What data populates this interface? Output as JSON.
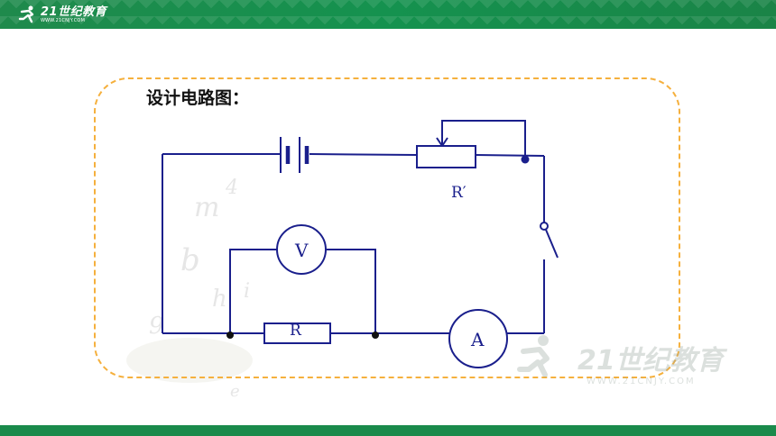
{
  "header": {
    "logo_name": "21世纪教育",
    "logo_url": "WWW.21CNJY.COM"
  },
  "slide": {
    "title": "设计电路图："
  },
  "circuit": {
    "rheostat_label": "R′",
    "voltmeter_label": "V",
    "resistor_label": "R",
    "ammeter_label": "A"
  },
  "watermark": {
    "name": "21世纪教育",
    "url": "WWW.21CNJY.COM"
  },
  "colors": {
    "header_green": "#1a8a4b",
    "frame_dash": "#f5b03d",
    "wire_navy": "#1a1f8c"
  }
}
